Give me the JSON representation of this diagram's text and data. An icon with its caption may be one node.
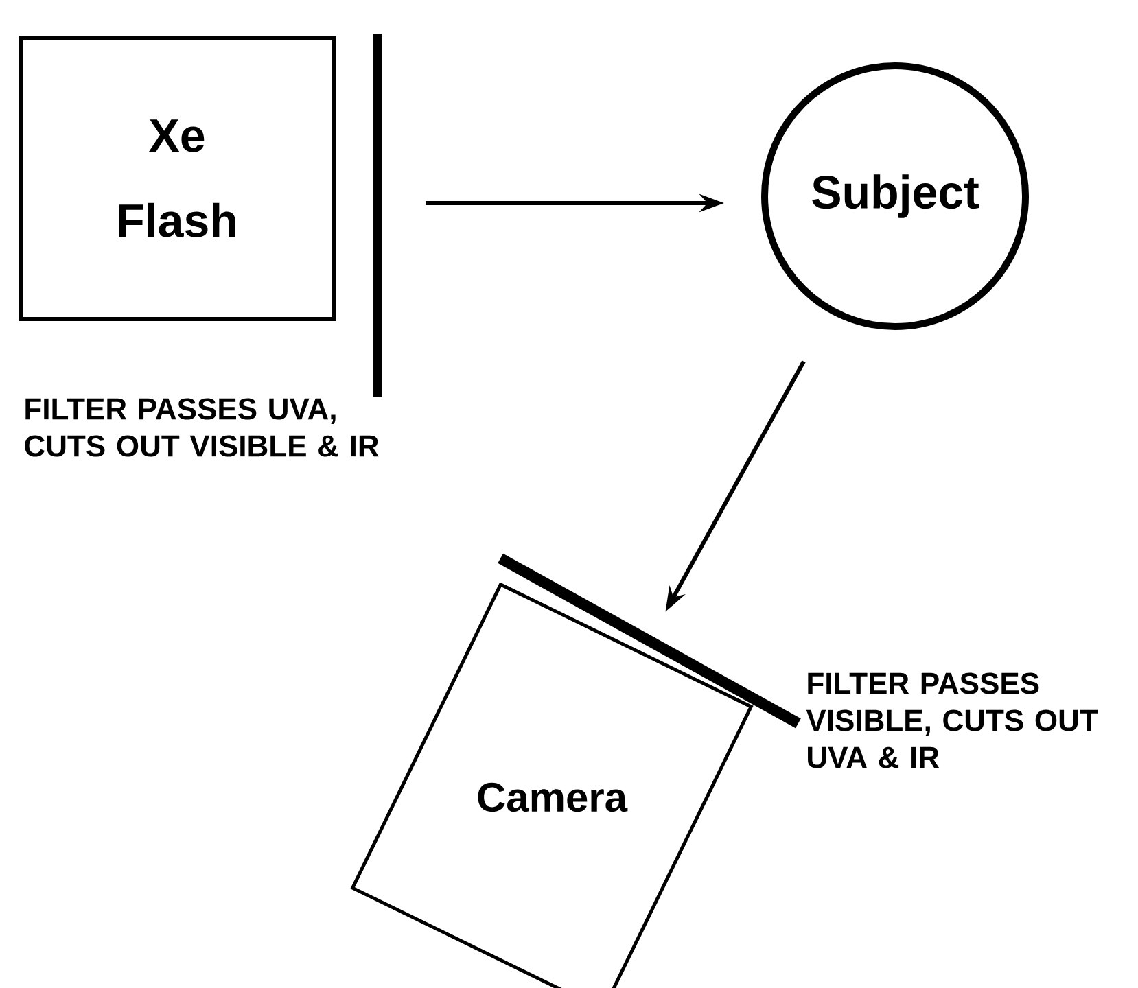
{
  "diagram": {
    "nodes": [
      {
        "text": [
          "Xe Flash"
        ]
      },
      {
        "text": [],
        "shape": "bar",
        "beside": [
          "FILTER PASSES UVA, CUTS OUT VISIBLE & IR"
        ]
      },
      {
        "text": [
          "Subject"
        ]
      },
      {
        "text": [],
        "shape": "bar",
        "beside": [
          "FILTER PASSES VISIBLE, CUTS OUT UVA & IR"
        ]
      },
      {
        "text": [
          "Camera"
        ]
      }
    ],
    "edges": [
      {
        "from": 1,
        "to": 2,
        "arrow": "to"
      },
      {
        "from": 2,
        "to": 3,
        "arrow": "to"
      }
    ]
  }
}
